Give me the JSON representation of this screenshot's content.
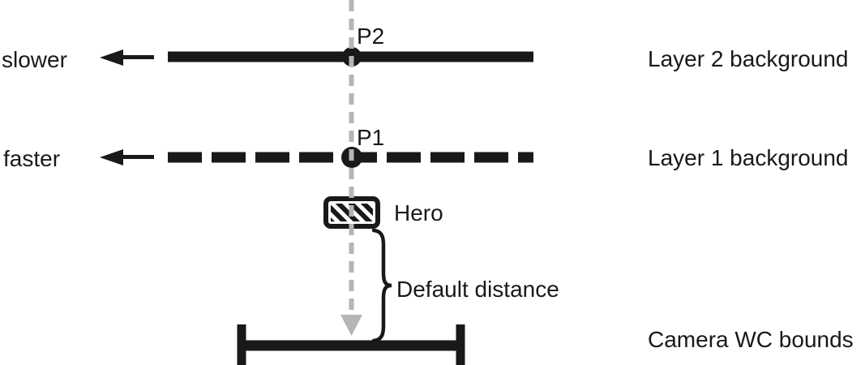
{
  "diagram": {
    "title": "Parallax scrolling layers diagram",
    "labels": {
      "slower": "slower",
      "faster": "faster",
      "p2": "P2",
      "p1": "P1",
      "layer2": "Layer 2 background",
      "layer1": "Layer 1 background",
      "hero": "Hero",
      "default_distance": "Default distance",
      "camera_bounds": "Camera WC bounds"
    },
    "icons": {
      "left_arrow": "left-arrow",
      "down_arrow": "down-guide-arrow",
      "brace": "curly-brace"
    },
    "colors": {
      "ink": "#191919",
      "guide_gray": "#b5b5b5",
      "background": "#ffffff"
    }
  }
}
